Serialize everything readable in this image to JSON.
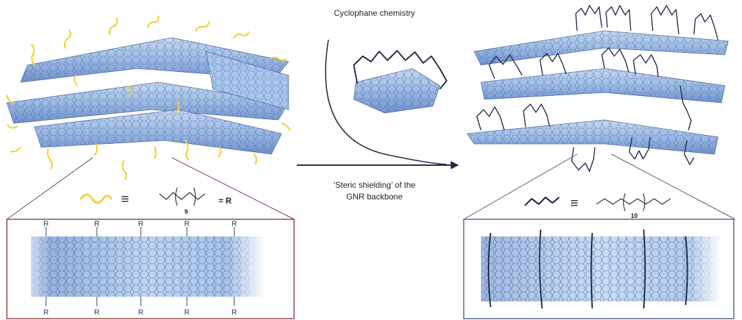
{
  "center": {
    "top_label": "Cyclophane chemistry",
    "arrow_caption_line1": "‘Steric shielding’ of the",
    "arrow_caption_line2": "GNR backbone"
  },
  "left_panel": {
    "equiv_symbol": "≡",
    "repeat_count": "9",
    "r_label": "= R",
    "substituent": "R"
  },
  "right_panel": {
    "equiv_symbol": "≡",
    "repeat_count": "10"
  },
  "colors": {
    "ribbon_fill": "#9fbde6",
    "ribbon_edge": "#4f6f9f",
    "side_chain_yellow": "#f2d13a",
    "loop_dark": "#1f2a44",
    "left_box_border": "#7a3b3b",
    "right_box_border": "#4a5a7a"
  }
}
